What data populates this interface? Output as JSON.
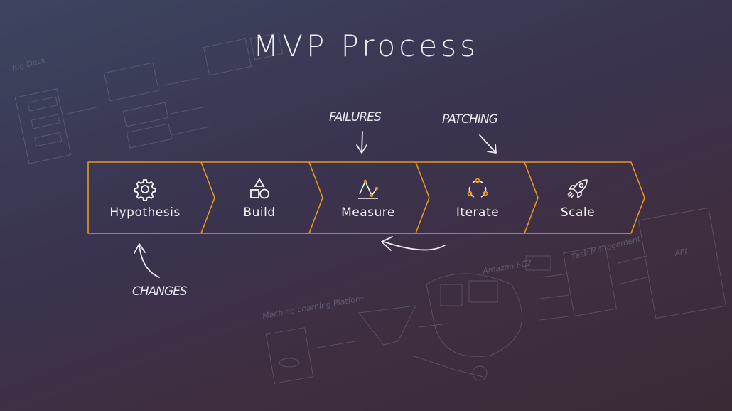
{
  "title": "MVP Process",
  "steps": [
    {
      "label": "Hypothesis",
      "icon": "gear-icon"
    },
    {
      "label": "Build",
      "icon": "shapes-icon"
    },
    {
      "label": "Measure",
      "icon": "line-chart-icon"
    },
    {
      "label": "Iterate",
      "icon": "cycle-icon"
    },
    {
      "label": "Scale",
      "icon": "rocket-icon"
    }
  ],
  "annotations": {
    "failures": "FAILURES",
    "patching": "PATCHING",
    "changes": "CHANGES"
  },
  "background_sketches": {
    "big_data": "Big Data",
    "machine_learning": "Machine Learning Platform",
    "amazon_ec2": "Amazon EC2",
    "task_management": "Task Management",
    "api": "API"
  },
  "colors": {
    "accent": "#e8961e",
    "text": "#f4f4f4",
    "sketch": "#8a8fa8"
  }
}
